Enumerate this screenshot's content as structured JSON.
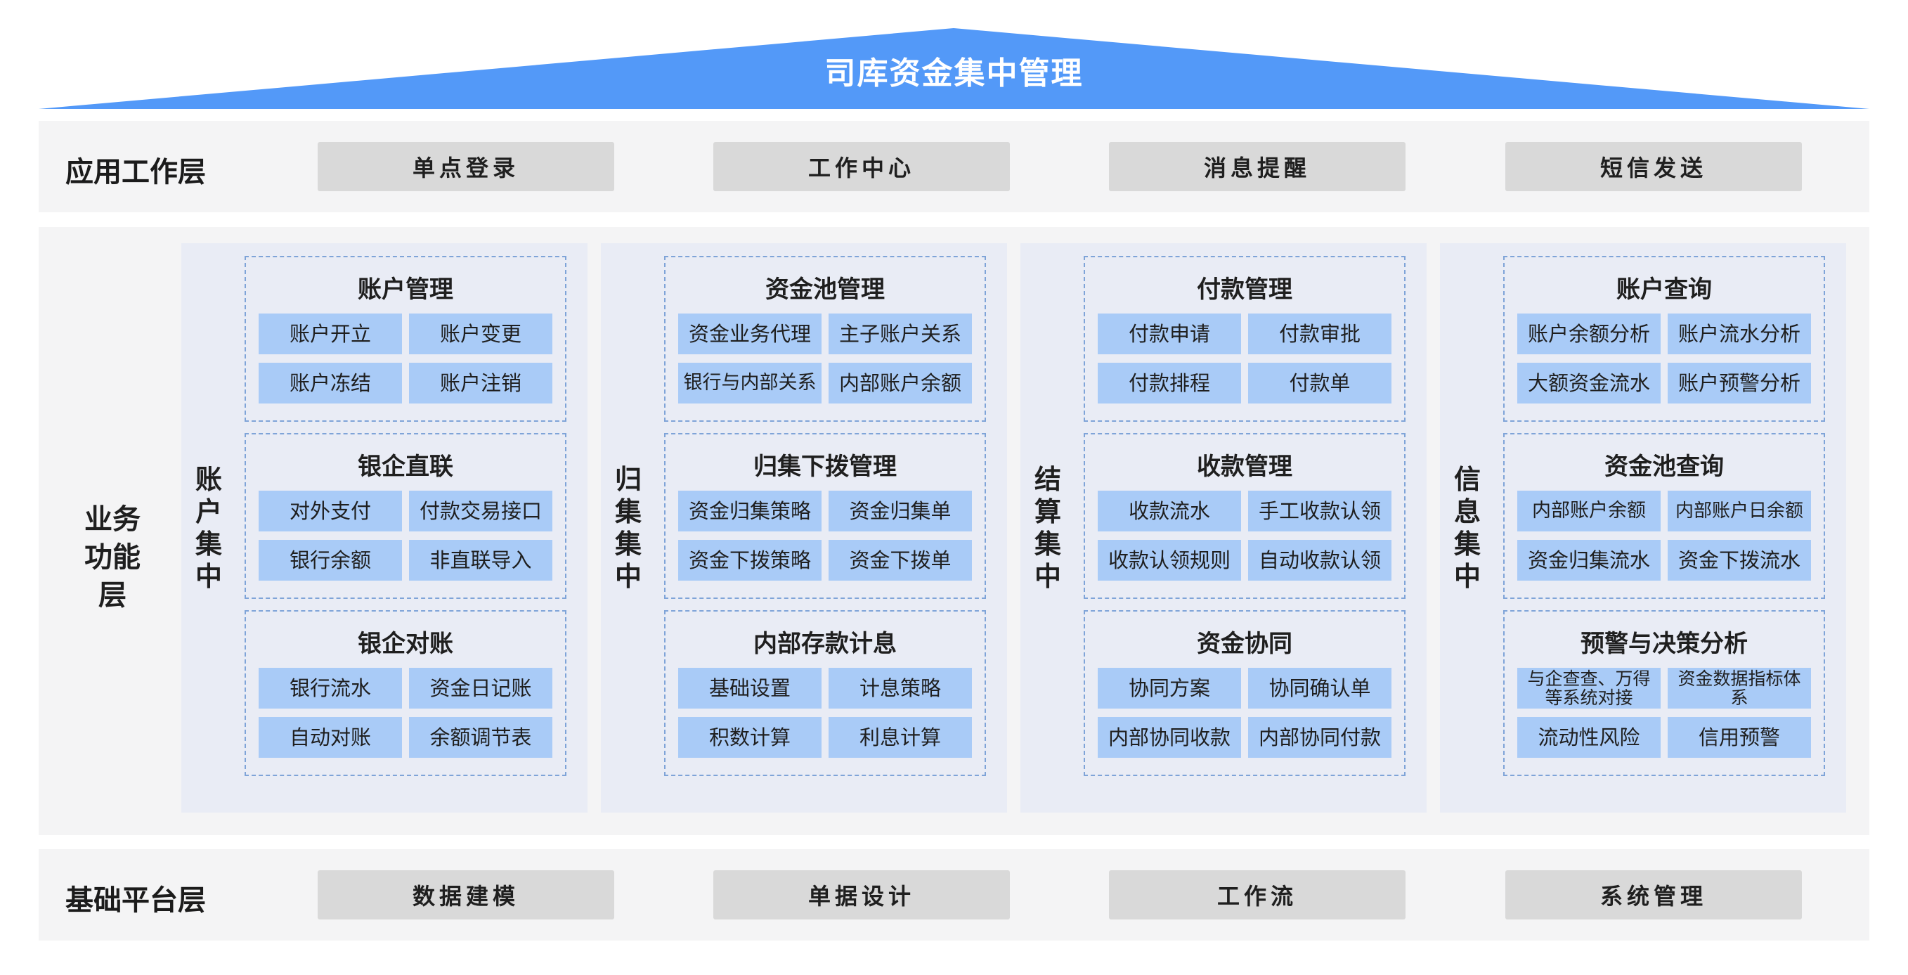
{
  "roof": {
    "title": "司库资金集中管理",
    "color": "#5399f8"
  },
  "app_layer": {
    "label": "应用工作层",
    "buttons": [
      "单点登录",
      "工作中心",
      "消息提醒",
      "短信发送"
    ]
  },
  "biz_layer": {
    "label": "业务功能层",
    "columns": [
      {
        "label": "账户集中",
        "groups": [
          {
            "title": "账户管理",
            "items": [
              "账户开立",
              "账户变更",
              "账户冻结",
              "账户注销"
            ]
          },
          {
            "title": "银企直联",
            "items": [
              "对外支付",
              "付款交易接口",
              "银行余额",
              "非直联导入"
            ]
          },
          {
            "title": "银企对账",
            "items": [
              "银行流水",
              "资金日记账",
              "自动对账",
              "余额调节表"
            ]
          }
        ]
      },
      {
        "label": "归集集中",
        "groups": [
          {
            "title": "资金池管理",
            "items": [
              "资金业务代理",
              "主子账户关系",
              "银行与内部关系",
              "内部账户余额"
            ]
          },
          {
            "title": "归集下拨管理",
            "items": [
              "资金归集策略",
              "资金归集单",
              "资金下拨策略",
              "资金下拨单"
            ]
          },
          {
            "title": "内部存款计息",
            "items": [
              "基础设置",
              "计息策略",
              "积数计算",
              "利息计算"
            ]
          }
        ]
      },
      {
        "label": "结算集中",
        "groups": [
          {
            "title": "付款管理",
            "items": [
              "付款申请",
              "付款审批",
              "付款排程",
              "付款单"
            ]
          },
          {
            "title": "收款管理",
            "items": [
              "收款流水",
              "手工收款认领",
              "收款认领规则",
              "自动收款认领"
            ]
          },
          {
            "title": "资金协同",
            "items": [
              "协同方案",
              "协同确认单",
              "内部协同收款",
              "内部协同付款"
            ]
          }
        ]
      },
      {
        "label": "信息集中",
        "groups": [
          {
            "title": "账户查询",
            "items": [
              "账户余额分析",
              "账户流水分析",
              "大额资金流水",
              "账户预警分析"
            ]
          },
          {
            "title": "资金池查询",
            "items": [
              "内部账户余额",
              "内部账户日余额",
              "资金归集流水",
              "资金下拨流水"
            ]
          },
          {
            "title": "预警与决策分析",
            "items": [
              "与企查查、万得等系统对接",
              "资金数据指标体系",
              "流动性风险",
              "信用预警"
            ]
          }
        ]
      }
    ]
  },
  "base_layer": {
    "label": "基础平台层",
    "buttons": [
      "数据建模",
      "单据设计",
      "工作流",
      "系统管理"
    ]
  }
}
